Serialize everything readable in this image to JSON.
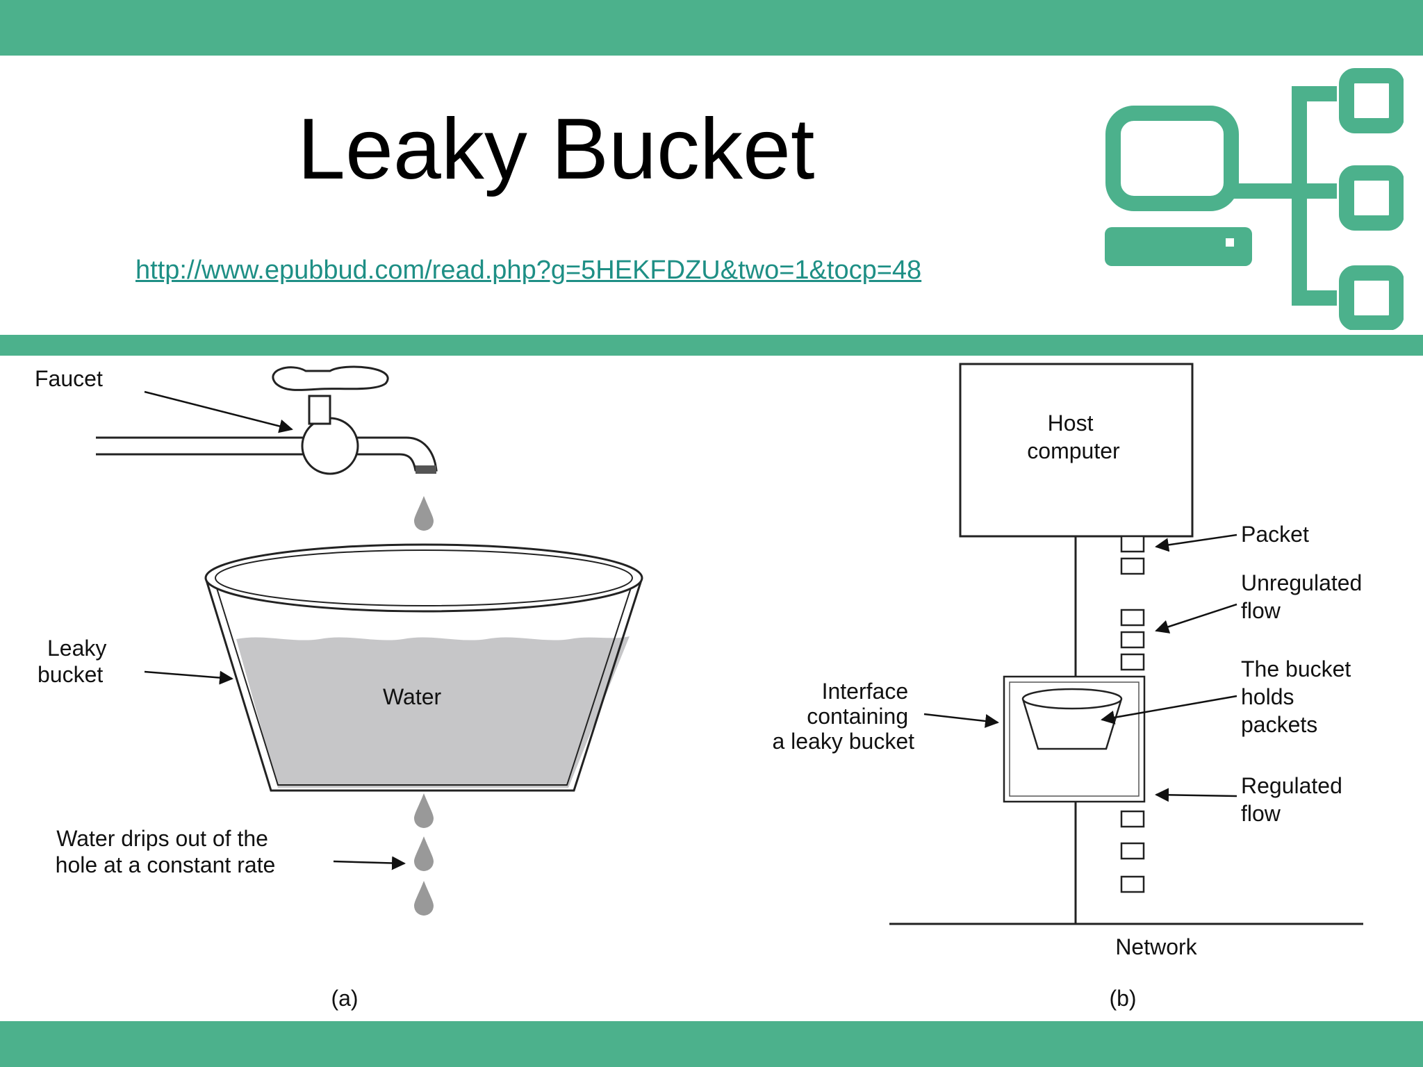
{
  "slide": {
    "title": "Leaky Bucket",
    "link_text": "http://www.epubbud.com/read.php?g=5HEKFDZU&two=1&tocp=48",
    "accent_color": "#4cb18c",
    "link_color": "#1e8f85",
    "logo_icon": "network-computer-icon"
  },
  "diagram_a": {
    "faucet_label": "Faucet",
    "bucket_label_line1": "Leaky",
    "bucket_label_line2": "bucket",
    "water_label": "Water",
    "drip_label_line1": "Water drips out of the",
    "drip_label_line2": "hole at a constant rate",
    "caption": "(a)"
  },
  "diagram_b": {
    "host_line1": "Host",
    "host_line2": "computer",
    "packet_label": "Packet",
    "unregulated_line1": "Unregulated",
    "unregulated_line2": "flow",
    "bucket_holds_line1": "The bucket",
    "bucket_holds_line2": "holds",
    "bucket_holds_line3": "packets",
    "interface_line1": "Interface",
    "interface_line2": "containing",
    "interface_line3": "a leaky bucket",
    "regulated_line1": "Regulated",
    "regulated_line2": "flow",
    "network_label": "Network",
    "caption": "(b)"
  }
}
